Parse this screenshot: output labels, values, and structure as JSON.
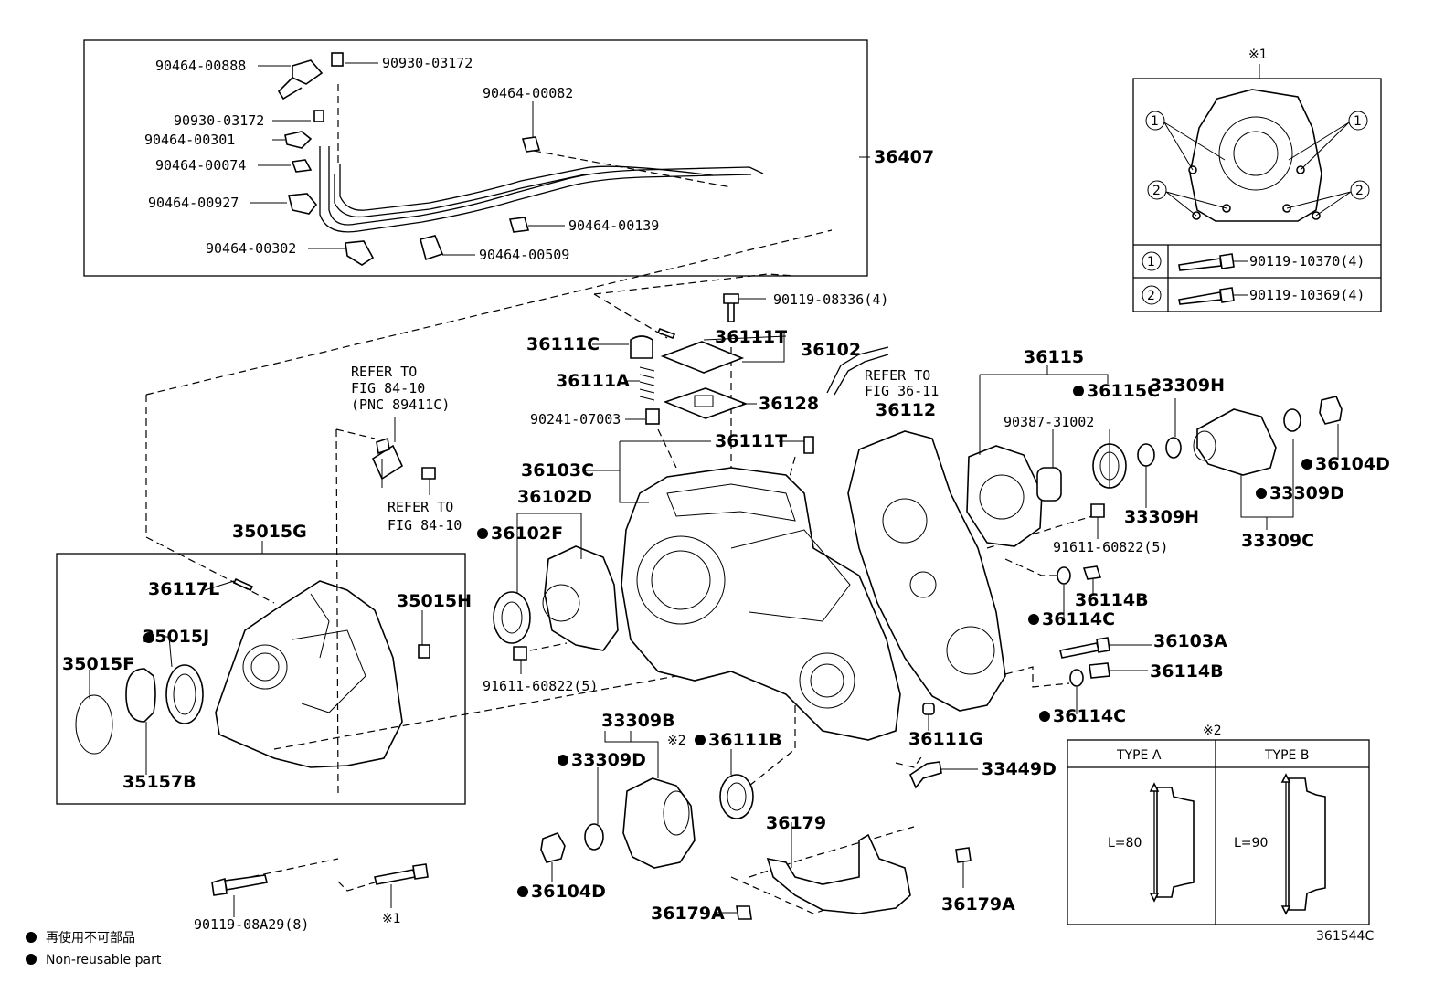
{
  "diagram_code": "361544C",
  "legend": {
    "symbol": "●",
    "japanese": "再使用不可部品",
    "english": "Non-reusable part"
  },
  "note1": {
    "mark": "※1",
    "rows": [
      {
        "circle": "1",
        "part": "90119-10370(4)"
      },
      {
        "circle": "2",
        "part": "90119-10369(4)"
      }
    ]
  },
  "note2": {
    "mark": "※2",
    "type_a": "TYPE A",
    "type_b": "TYPE B",
    "len_a": "L=80",
    "len_b": "L=90"
  },
  "hose_group": {
    "assembly": "36407",
    "parts": [
      "90464-00888",
      "90930-03172",
      "90930-03172",
      "90464-00301",
      "90464-00074",
      "90464-00927",
      "90464-00302",
      "90464-00082",
      "90464-00139",
      "90464-00509"
    ]
  },
  "refer": {
    "r1_line1": "REFER TO",
    "r1_line2": "FIG 84-10",
    "r1_line3": "(PNC 89411C)",
    "r2_line1": "REFER TO",
    "r2_line2": "FIG 84-10",
    "r3_line1": "REFER TO",
    "r3_line2": "FIG 36-11"
  },
  "labels": {
    "p90119_08336": "90119-08336(4)",
    "p36111T_a": "36111T",
    "p36102": "36102",
    "p36111C": "36111C",
    "p36111A": "36111A",
    "p36128": "36128",
    "p90241": "90241-07003",
    "p36111T_b": "36111T",
    "p36103C": "36103C",
    "p36102D": "36102D",
    "p36102F": "36102F",
    "p36112": "36112",
    "p36115": "36115",
    "p36115C": "36115C",
    "p33309H_a": "33309H",
    "p90387": "90387-31002",
    "p36104D_a": "36104D",
    "p33309D_a": "33309D",
    "p33309H_b": "33309H",
    "p91611_a": "91611-60822(5)",
    "p33309C": "33309C",
    "p36114B_a": "36114B",
    "p36114C_a": "36114C",
    "p36103A": "36103A",
    "p36114B_b": "36114B",
    "p36114C_b": "36114C",
    "p35015G": "35015G",
    "p36117L": "36117L",
    "p35015H": "35015H",
    "p35015J": "35015J",
    "p35015F": "35015F",
    "p35157B": "35157B",
    "p91611_b": "91611-60822(5)",
    "p33309B": "33309B",
    "p36111B": "36111B",
    "p33309D_b": "33309D",
    "p36111G": "36111G",
    "p33449D": "33449D",
    "p36179": "36179",
    "p36104D_b": "36104D",
    "p36179A_a": "36179A",
    "p36179A_b": "36179A",
    "p90119_08A29": "90119-08A29(8)",
    "p_note1_ref": "※1",
    "p_note2_ref": "※2"
  }
}
